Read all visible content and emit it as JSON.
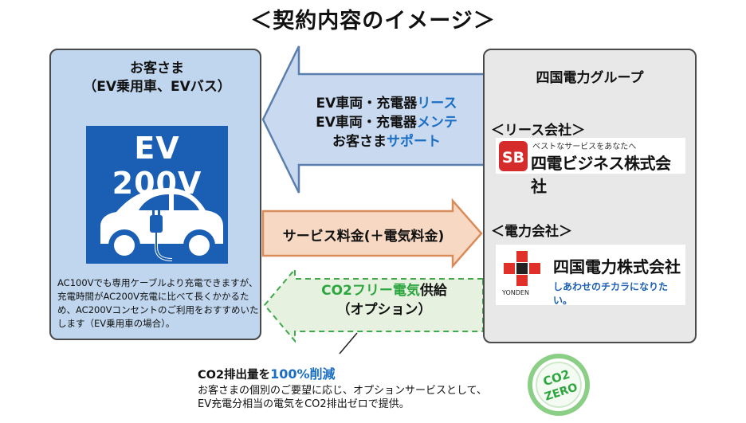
{
  "title": "＜契約内容のイメージ＞",
  "customer": {
    "title_line1": "お客さま",
    "title_line2": "（EV乗用車、EVバス）",
    "ev_label": "EV 200V",
    "note": "AC100Vでも専用ケーブルより充電できますが、充電時間がAC200V充電に比べて長くかかるため、AC200Vコンセントのご利用をおすすめいたします（EV乗用車の場合）。"
  },
  "group": {
    "title": "四国電力グループ",
    "lease_heading": "＜リース会社＞",
    "power_heading": "＜電力会社＞",
    "business_logo": {
      "mark": "SB",
      "tagline": "ベストなサービスをあなたへ",
      "name": "四電ビジネス株式会社"
    },
    "power_logo": {
      "mark_text": "YONDEN",
      "name": "四国電力株式会社",
      "slogan": "しあわせのチカラになりたい。"
    }
  },
  "arrows": {
    "lease": {
      "line1_black": "EV車両・充電器",
      "line1_blue": "リース",
      "line2_black": "EV車両・充電器",
      "line2_blue": "メンテ",
      "line3_black": "お客さま",
      "line3_blue": "サポート"
    },
    "fee": {
      "text": "サービス料金(＋電気料金)"
    },
    "co2": {
      "green": "CO2フリー電気",
      "black": "供給",
      "option": "（オプション）"
    }
  },
  "bottom": {
    "title_black": "CO2排出量を",
    "title_blue": "100%削減",
    "line1": "お客さまの個別のご要望に応じ、オプションサービスとして、",
    "line2": "EV充電分相当の電気をCO2排出ゼロで提供。",
    "badge_line1": "CO2",
    "badge_line2": "ZERO"
  },
  "colors": {
    "customer_panel": "#bfd6ee",
    "ev_box": "#1a5fb4",
    "lease_arrow": "#c9d9ef",
    "fee_arrow": "#f7d8c2",
    "co2_arrow": "#e6f2df",
    "accent_blue": "#1a6fc4",
    "accent_green": "#2da640",
    "yonden_red": "#e03028"
  }
}
